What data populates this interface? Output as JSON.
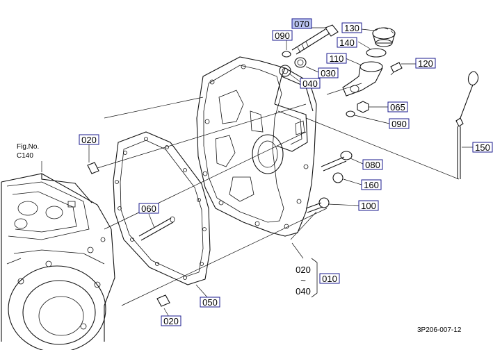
{
  "figure_ref": {
    "line1": "Fig.No.",
    "line2": "C140"
  },
  "callouts": {
    "c070": "070",
    "c130": "130",
    "c090a": "090",
    "c140": "140",
    "c110": "110",
    "c120": "120",
    "c030": "030",
    "c040": "040",
    "c065": "065",
    "c090b": "090",
    "c150": "150",
    "c020a": "020",
    "c080": "080",
    "c160": "160",
    "c100": "100",
    "c060": "060",
    "c010": "010",
    "c050": "050",
    "c020b": "020"
  },
  "range_note": {
    "from": "020",
    "tilde": "~",
    "to": "040"
  },
  "diagram_code": "3P206-007-12",
  "highlight_color": "#b9c3f0",
  "box_border_color": "#1a1a8c"
}
